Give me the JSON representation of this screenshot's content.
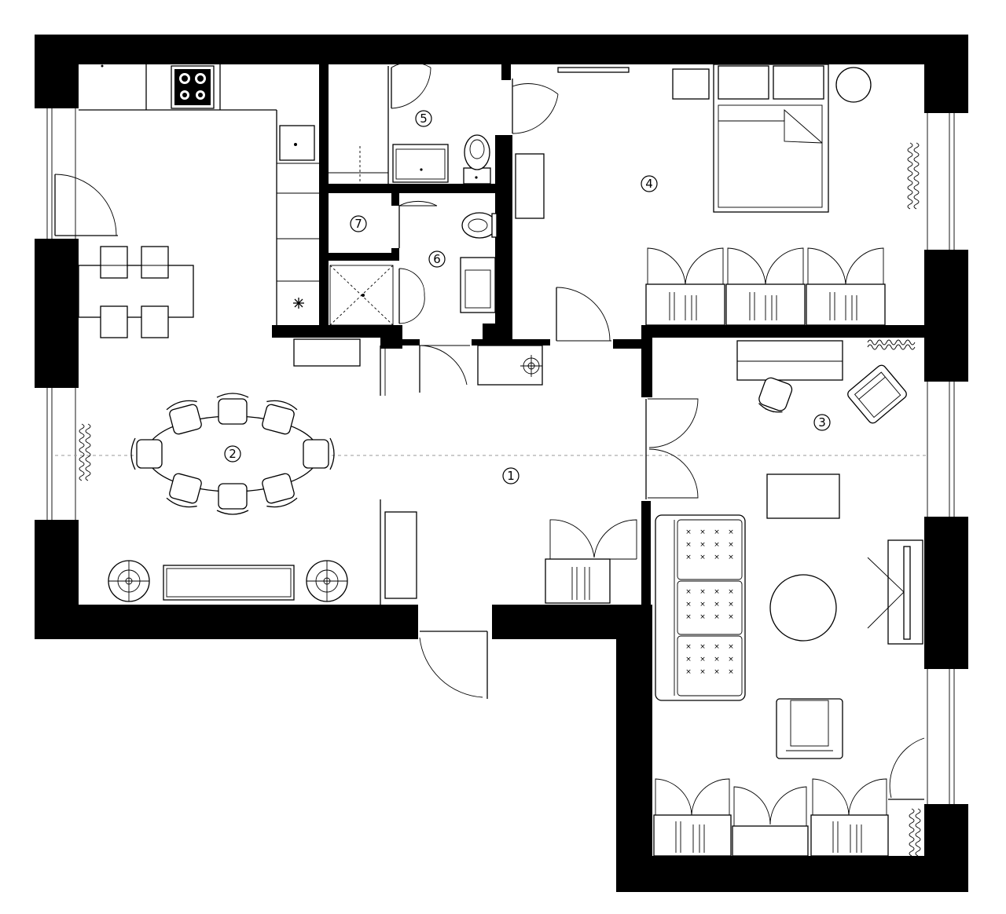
{
  "rooms": [
    {
      "number": "1"
    },
    {
      "number": "2"
    },
    {
      "number": "3"
    },
    {
      "number": "4"
    },
    {
      "number": "5"
    },
    {
      "number": "6"
    },
    {
      "number": "7"
    }
  ],
  "colors": {
    "walls": "#000000",
    "lines": "#000000",
    "background": "#ffffff",
    "axis_line": "#999999"
  },
  "icons": [
    "stove-icon",
    "sink-icon",
    "toilet-icon",
    "bathtub-icon",
    "radiator-icon",
    "door-swing-icon",
    "wardrobe-icon",
    "chair-icon",
    "armchair-icon",
    "sofa-icon",
    "bed-icon",
    "plant-pot-icon",
    "drain-icon"
  ]
}
